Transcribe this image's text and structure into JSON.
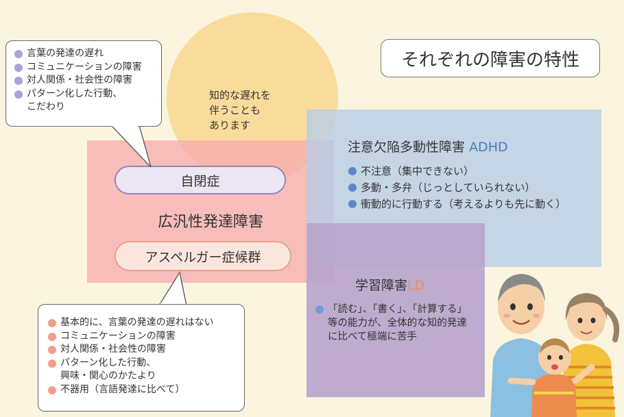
{
  "title": "それぞれの障害の特性",
  "circle_text": [
    "知的な遅れを",
    "伴うことも",
    "あります"
  ],
  "autism_label": "自閉症",
  "pdd_label": "広汎性発達障害",
  "asperger_label": "アスペルガー症候群",
  "autism_callout": {
    "bullet_color": "#a9a3d6",
    "items": [
      "言葉の発達の遅れ",
      "コミュニケーションの障害",
      "対人関係・社会性の障害",
      "パターン化した行動、\nこだわり"
    ]
  },
  "asperger_callout": {
    "bullet_color": "#ef9f8c",
    "items": [
      "基本的に、言葉の発達の遅れはない",
      "コミュニケーションの障害",
      "対人関係・社会性の障害",
      "パターン化した行動、\n興味・関心のかたより",
      "不器用（言語発達に比べて）"
    ]
  },
  "adhd": {
    "title_jp": "注意欠陥多動性障害",
    "title_en": "ADHD",
    "accent": "#4b7cc1",
    "bullet_color": "#5a89c8",
    "items": [
      "不注意（集中できない）",
      "多動・多弁（じっとしていられない）",
      "衝動的に行動する（考えるよりも先に動く）"
    ]
  },
  "ld": {
    "title_jp": "学習障害",
    "title_en": "LD",
    "accent": "#ef8e62",
    "bullet_color": "#6b9fd8",
    "items": [
      "「読む」、「書く」、「計算する」\n等の能力が、全体的な知的発達\nに比べて極端に苦手"
    ]
  },
  "colors": {
    "background": "#fbf5df",
    "circle": "#f8d790",
    "pdd": "#f4a9ae",
    "adhd_area": "#b8cde6",
    "ld_area": "#b8a4cc"
  },
  "illustration": "family-illustration"
}
